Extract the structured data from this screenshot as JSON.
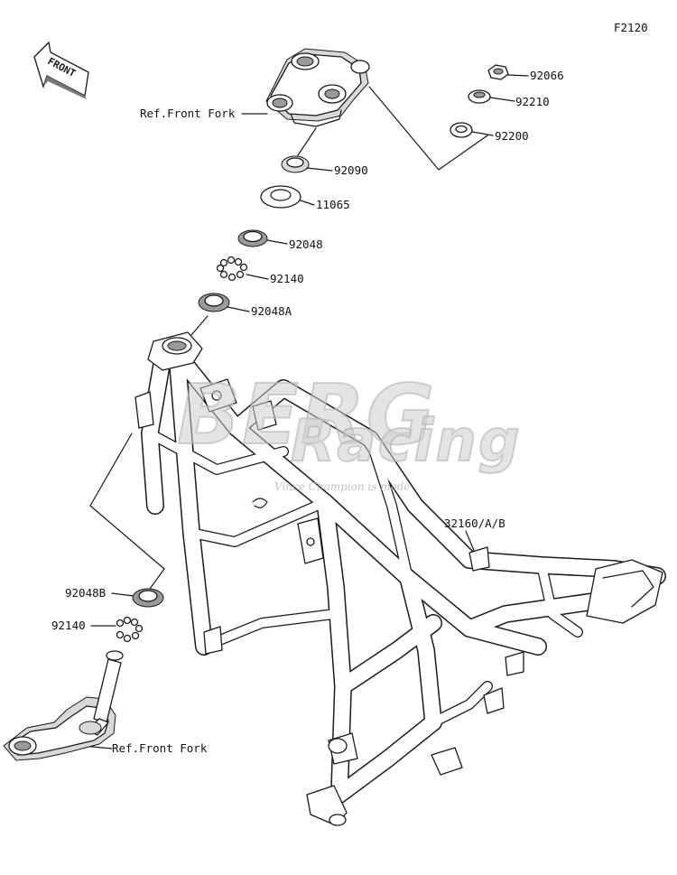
{
  "figure_code": "F2120",
  "front_arrow": {
    "text": "FRONT",
    "icon": "front-direction-arrow-icon"
  },
  "watermark": {
    "brand": "BERG",
    "script": "Racing",
    "tagline": "Vince Champion is made"
  },
  "callouts": [
    {
      "id": "ref-front-fork-top",
      "text": "Ref.Front Fork"
    },
    {
      "id": "92066",
      "text": "92066"
    },
    {
      "id": "92210",
      "text": "92210"
    },
    {
      "id": "92200",
      "text": "92200"
    },
    {
      "id": "92090",
      "text": "92090"
    },
    {
      "id": "11065",
      "text": "11065"
    },
    {
      "id": "92048",
      "text": "92048"
    },
    {
      "id": "92140-top",
      "text": "92140"
    },
    {
      "id": "92048A",
      "text": "92048A"
    },
    {
      "id": "32160",
      "text": "32160/A/B"
    },
    {
      "id": "92048B",
      "text": "92048B"
    },
    {
      "id": "92140-bottom",
      "text": "92140"
    },
    {
      "id": "ref-front-fork-bottom",
      "text": "Ref.Front Fork"
    }
  ]
}
